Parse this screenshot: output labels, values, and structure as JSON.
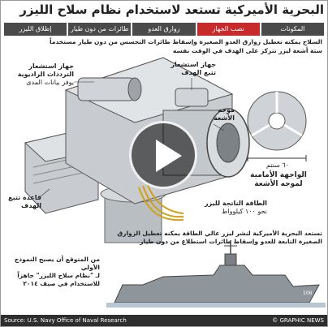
{
  "title": "البحرية الأميركية تستعد لاستخدام نظام سلاح الليزر",
  "tabs": [
    {
      "label": "المكونات",
      "active": false
    },
    {
      "label": "نصب الجهاز",
      "active": true
    },
    {
      "label": "زوارق العدو",
      "active": false
    },
    {
      "label": "طائرات من دون طيار",
      "active": false
    },
    {
      "label": "إطلاق الليزر",
      "active": false
    }
  ],
  "intro": {
    "line1": "السلاح يمكنه تعطيل زوارق العدو الصغيرة وإسقاط طائرات التجسس من دون طيار مستخدماً",
    "line2": "ستة أشعة ليزر تتركز على الهدف في الوقت نفسه"
  },
  "labels": {
    "radio_tracker": [
      "جهاز استشعار",
      "الترددات الراديوية",
      "يوفر بيانات المدى"
    ],
    "target_tracker": [
      "جهاز استشعار",
      "تتبع الهدف"
    ],
    "beam_director": [
      "موجه",
      "الأشعة"
    ],
    "base": [
      "قاعدة تتبع",
      "الهدف"
    ],
    "power": {
      "line1": "الطاقة الناتجة لليزر",
      "line2": "نحو ١٠٠ كيلوواط"
    },
    "size": "٦٠ سنتم",
    "aperture": [
      "الواجهة الأمامية",
      "لموجه الأشعة"
    ]
  },
  "bottom": {
    "para1": [
      "تستعد البحرية الأميركية لنشر ليزر عالي الطاقة يمكنه تعطيل الزوارق",
      "الصغيرة التابعة للعدو وإسقاط طائرات استطلاع من دون طيار"
    ],
    "para2": [
      "من المتوقع أن يصبح النموذج الأولي",
      "لـ \"نظام سلاح الليزر\" جاهزاً",
      "للاستخدام في صيف ٢٠١٤"
    ]
  },
  "ship_number": "106",
  "footer": {
    "source": "Source: U.S. Navy Office of Naval Research",
    "brand": "© GRAPHIC NEWS"
  },
  "colors": {
    "accent": "#c62a2a",
    "tab": "#4a4a4a",
    "metal": "#c8ccd0",
    "beam": "#d4a017"
  }
}
